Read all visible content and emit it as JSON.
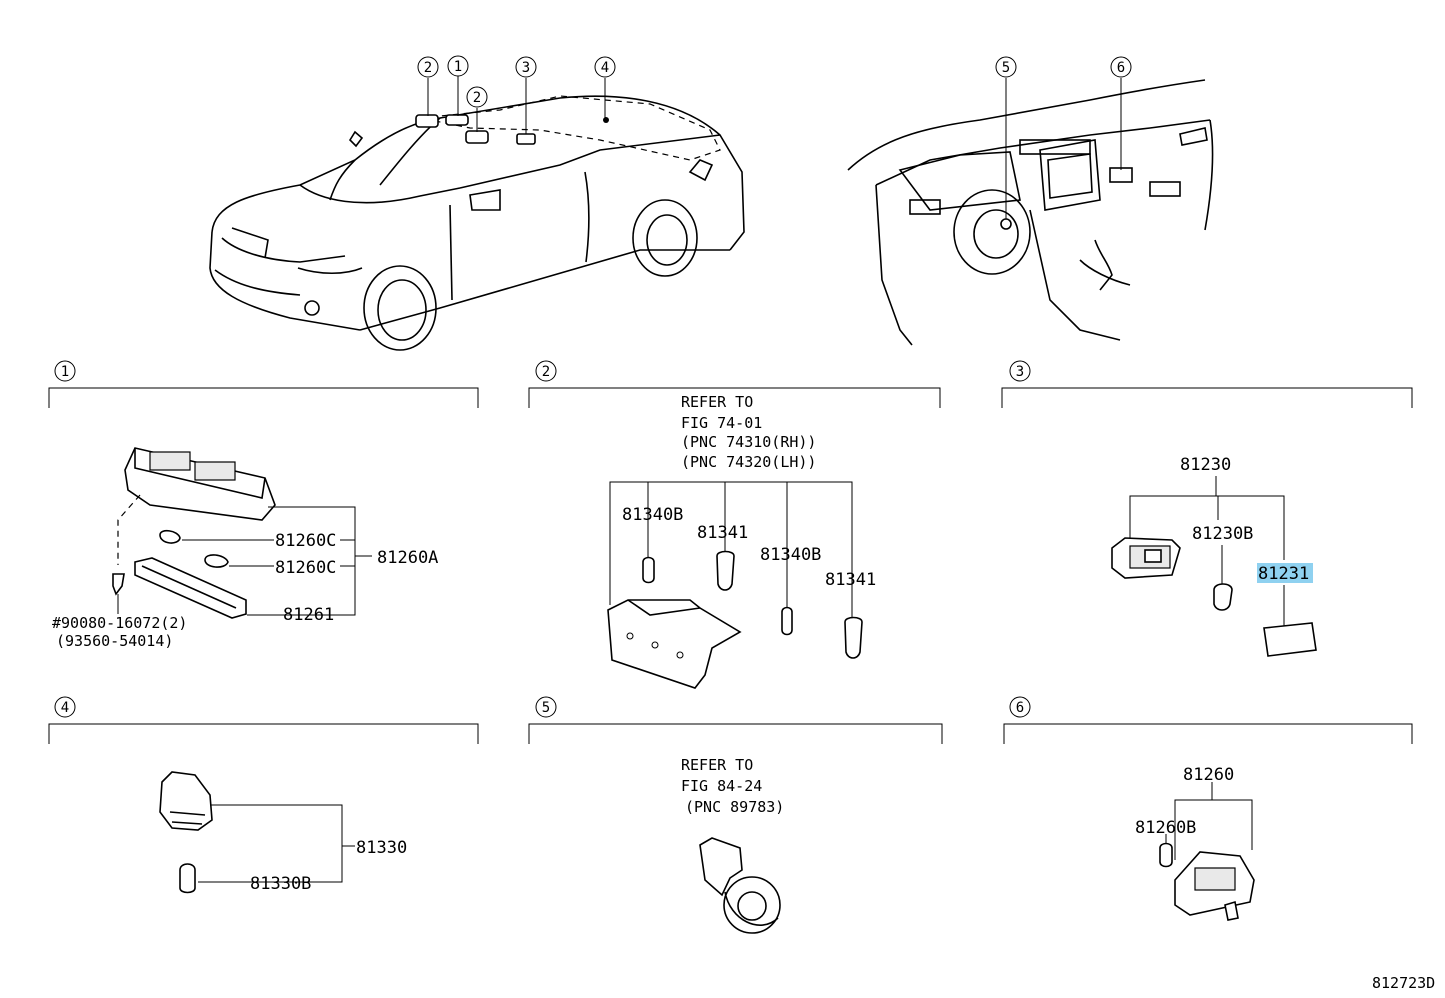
{
  "callouts": {
    "top": [
      "2",
      "1",
      "2",
      "3",
      "4",
      "5",
      "6"
    ],
    "sections": [
      "1",
      "2",
      "3",
      "4",
      "5",
      "6"
    ]
  },
  "section1": {
    "parts": [
      "81260C",
      "81260C",
      "81261",
      "81260A"
    ],
    "screw_part": "#90080-16072(2)",
    "screw_alt": "(93560-54014)"
  },
  "section2": {
    "refer": [
      "REFER TO",
      "FIG 74-01",
      "(PNC 74310(RH))",
      "(PNC 74320(LH))"
    ],
    "parts": [
      "81340B",
      "81341",
      "81340B",
      "81341"
    ]
  },
  "section3": {
    "parts": [
      "81230",
      "81230B",
      "81231"
    ],
    "highlighted": "81231",
    "highlight_color": "#8fd1f0"
  },
  "section4": {
    "parts": [
      "81330",
      "81330B"
    ]
  },
  "section5": {
    "refer": [
      "REFER TO",
      "FIG 84-24",
      "(PNC 89783)"
    ]
  },
  "section6": {
    "parts": [
      "81260",
      "81260B"
    ]
  },
  "figure_code": "812723D"
}
